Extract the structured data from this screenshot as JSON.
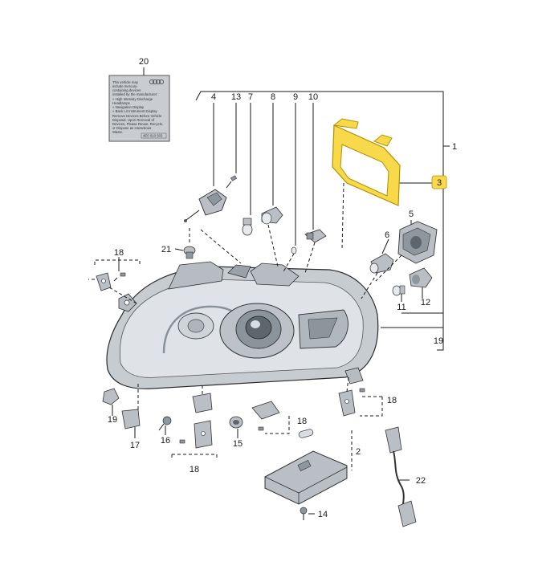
{
  "callouts": {
    "c1": "1",
    "c2": "2",
    "c3": "3",
    "c4": "4",
    "c5": "5",
    "c6": "6",
    "c7": "7",
    "c8": "8",
    "c9": "9",
    "c10": "10",
    "c11": "11",
    "c12": "12",
    "c13": "13",
    "c14": "14",
    "c15": "15",
    "c16": "16",
    "c17": "17",
    "c18a": "18",
    "c18b": "18",
    "c18c": "18",
    "c18d": "18",
    "c19a": "19",
    "c19b": "19",
    "c20": "20",
    "c21": "21",
    "c22": "22"
  },
  "label_card": {
    "lines": [
      "This vehicle may",
      "include mercury-",
      "containing devices",
      "installed by the manufacturer:",
      "» High Intensity Discharge",
      "  Headlamps",
      "» Navigation Display",
      "» Back Lit Instrument Display",
      "Remove Devices Before Vehicle",
      "Disposal. Upon Removal of",
      "Devices, Please Reuse, Recycle,",
      "or Dispose as Hazardous",
      "Waste."
    ],
    "part_code": "4E0 010 503"
  },
  "colors": {
    "highlight": "#f2c200",
    "highlight_fill": "#f7d94a",
    "housing": "#c9ced3",
    "housing_dark": "#8e969e",
    "part_grey": "#b9bfc5"
  }
}
